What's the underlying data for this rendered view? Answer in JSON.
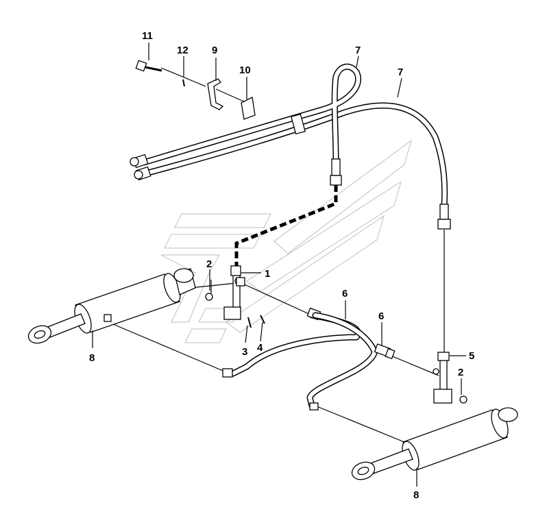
{
  "diagram": {
    "callouts": [
      {
        "id": "c1",
        "text": "1"
      },
      {
        "id": "c2a",
        "text": "2"
      },
      {
        "id": "c2b",
        "text": "2"
      },
      {
        "id": "c3",
        "text": "3"
      },
      {
        "id": "c4",
        "text": "4"
      },
      {
        "id": "c5",
        "text": "5"
      },
      {
        "id": "c6a",
        "text": "6"
      },
      {
        "id": "c6b",
        "text": "6"
      },
      {
        "id": "c7a",
        "text": "7"
      },
      {
        "id": "c7b",
        "text": "7"
      },
      {
        "id": "c8a",
        "text": "8"
      },
      {
        "id": "c8b",
        "text": "8"
      },
      {
        "id": "c9",
        "text": "9"
      },
      {
        "id": "c10",
        "text": "10"
      },
      {
        "id": "c11",
        "text": "11"
      },
      {
        "id": "c12",
        "text": "12"
      }
    ]
  }
}
